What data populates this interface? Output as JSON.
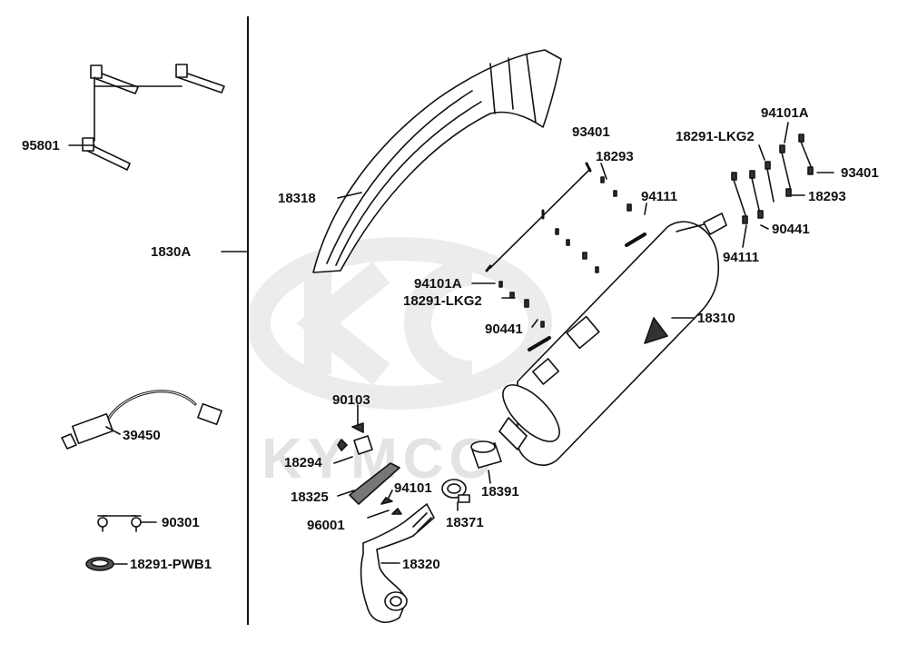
{
  "diagram": {
    "watermark_text": "KYMCO",
    "group_label": "1830A",
    "parts": {
      "p95801": "95801",
      "p1830A": "1830A",
      "p39450": "39450",
      "p90301": "90301",
      "p18291PWB1": "18291-PWB1",
      "p18318": "18318",
      "p93401_l": "93401",
      "p18293_l": "18293",
      "p94111_l": "94111",
      "p94101A_l": "94101A",
      "p18291LKG2_l": "18291-LKG2",
      "p90441_l": "90441",
      "p18310": "18310",
      "p94101A_r": "94101A",
      "p18291LKG2_r": "18291-LKG2",
      "p93401_r": "93401",
      "p18293_r": "18293",
      "p90441_r": "90441",
      "p94111_r": "94111",
      "p90103": "90103",
      "p18294": "18294",
      "p18325": "18325",
      "p94101": "94101",
      "p96001": "96001",
      "p18391": "18391",
      "p18371": "18371",
      "p18320": "18320"
    }
  }
}
